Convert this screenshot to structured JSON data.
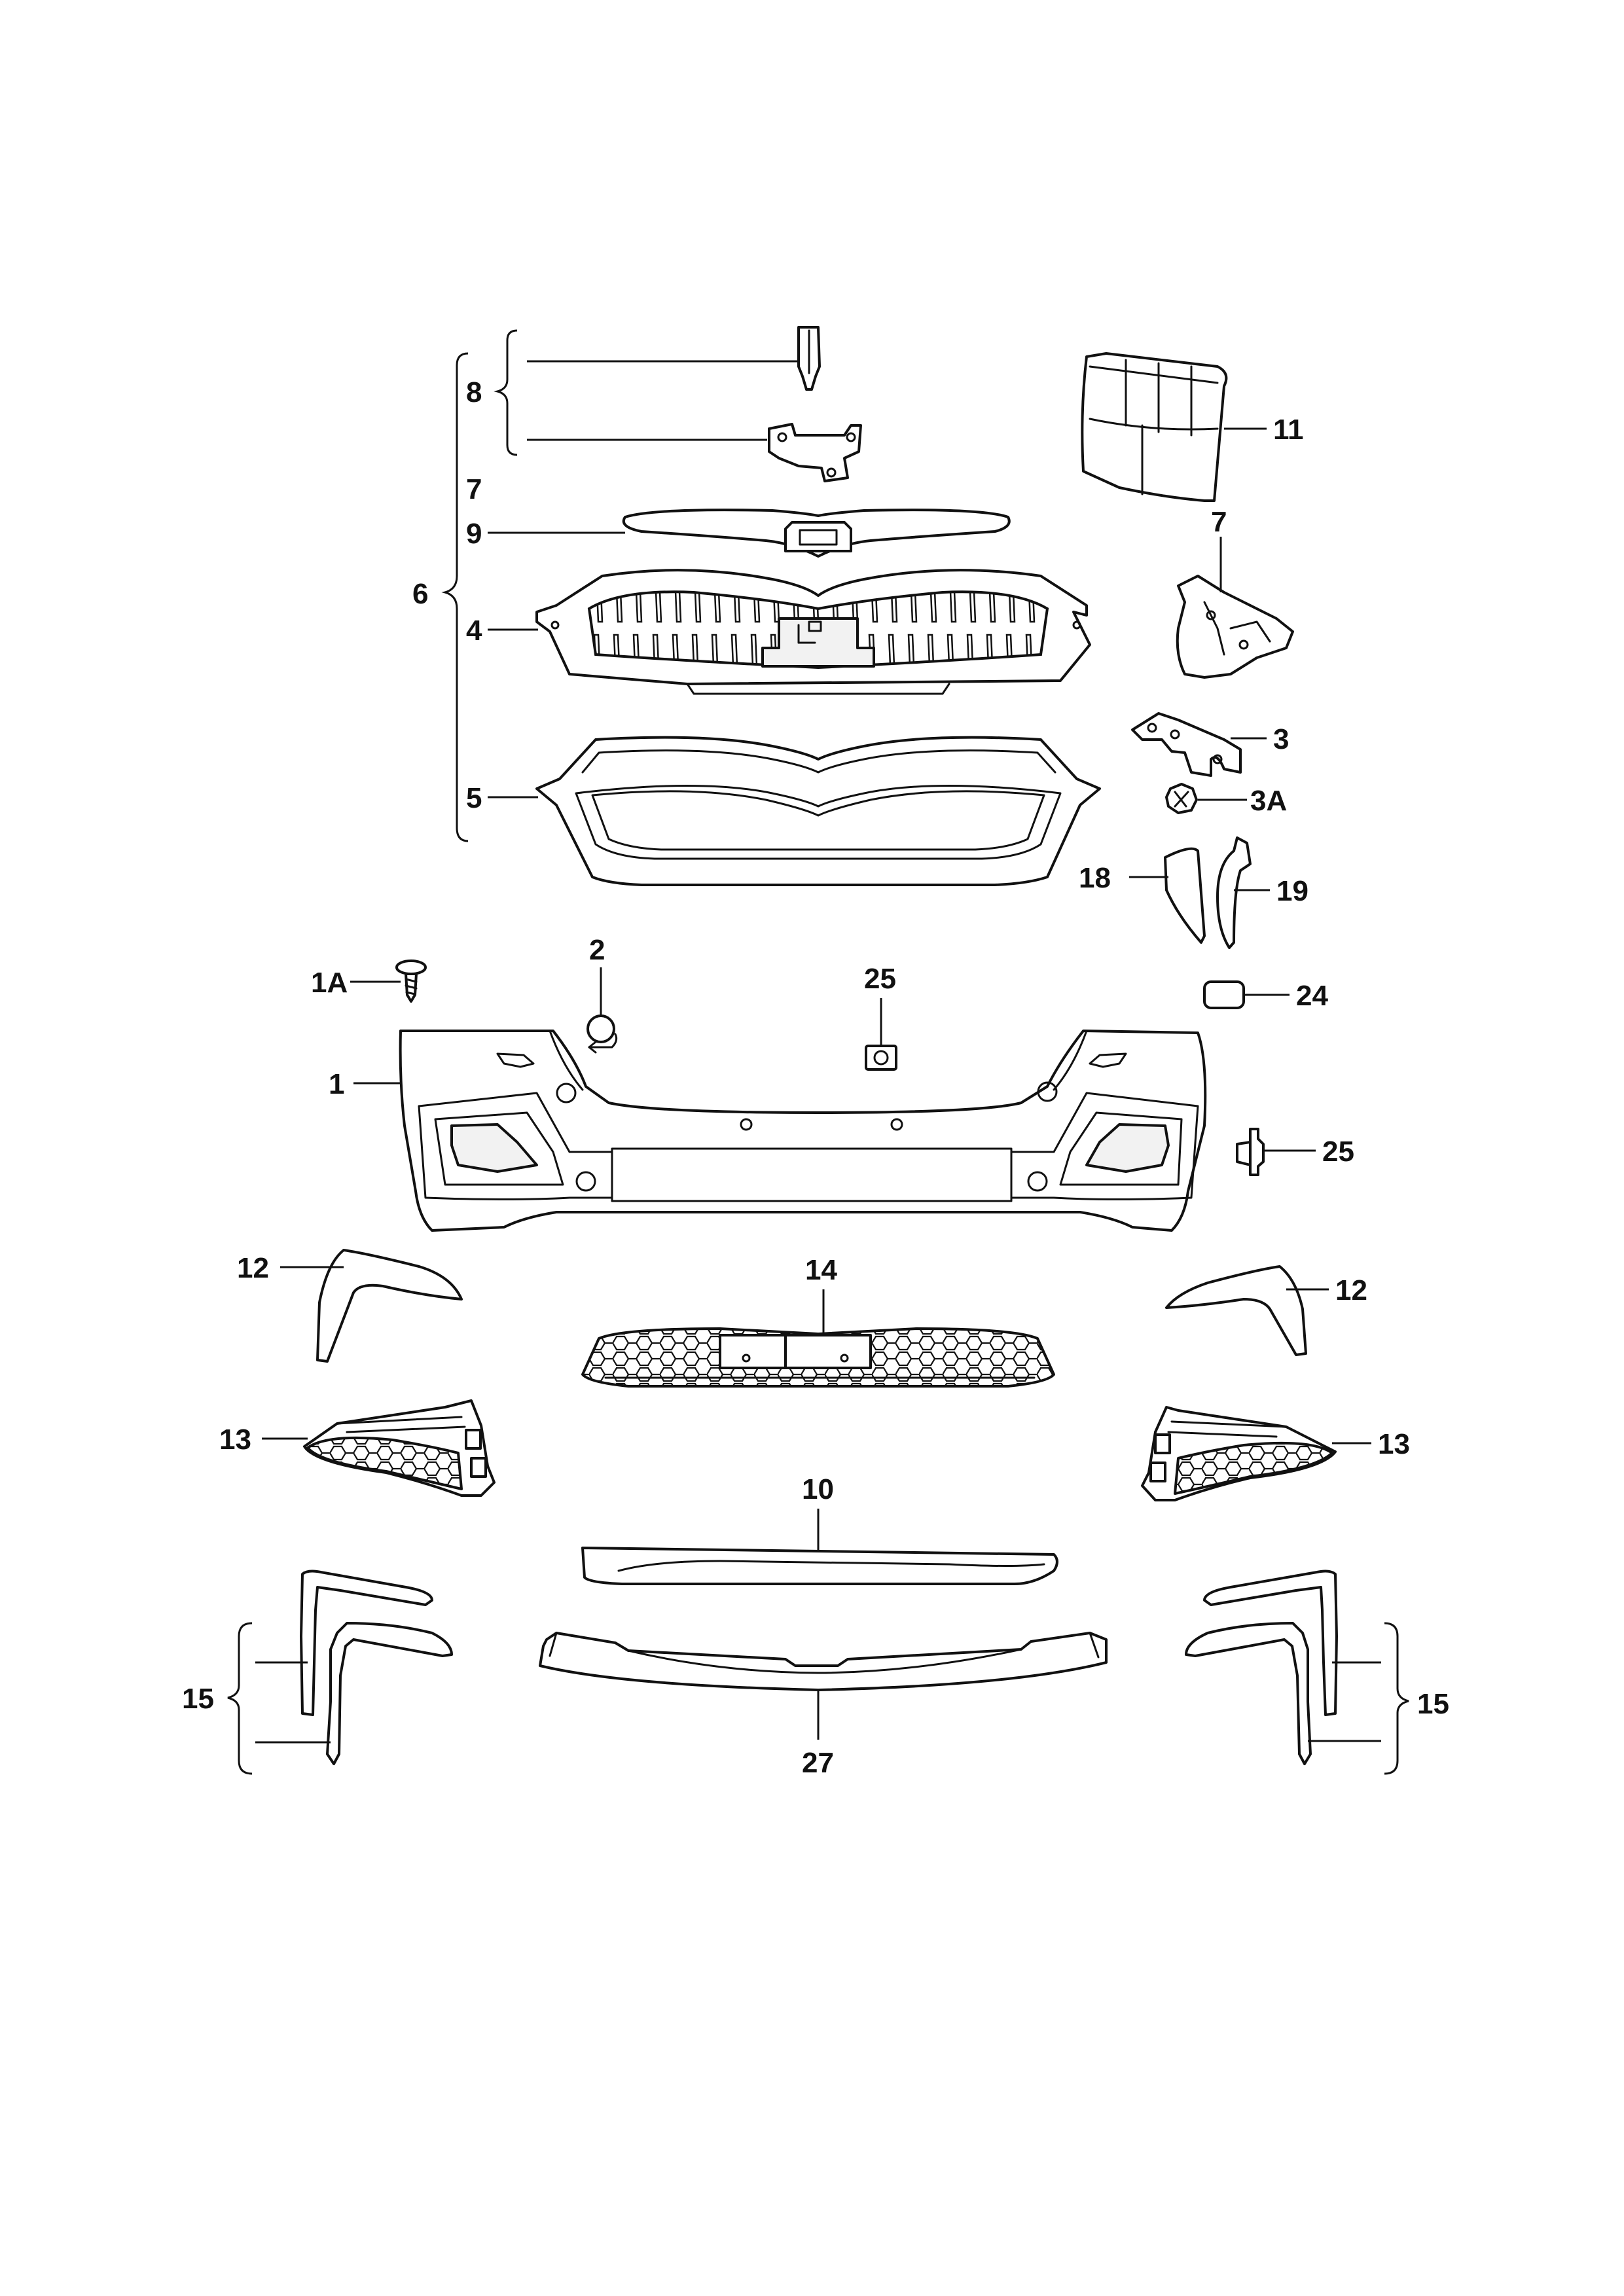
{
  "diagram": {
    "callouts": {
      "c1": "1",
      "c1A": "1A",
      "c2": "2",
      "c3": "3",
      "c3A": "3A",
      "c4": "4",
      "c5": "5",
      "c6": "6",
      "c7a": "7",
      "c7b": "7",
      "c8": "8",
      "c9": "9",
      "c10": "10",
      "c11": "11",
      "c12a": "12",
      "c12b": "12",
      "c13a": "13",
      "c13b": "13",
      "c14": "14",
      "c15a": "15",
      "c15b": "15",
      "c18": "18",
      "c19": "19",
      "c24": "24",
      "c25a": "25",
      "c25b": "25",
      "c27": "27"
    },
    "colors": {
      "line": "#111111",
      "background": "#ffffff"
    }
  }
}
